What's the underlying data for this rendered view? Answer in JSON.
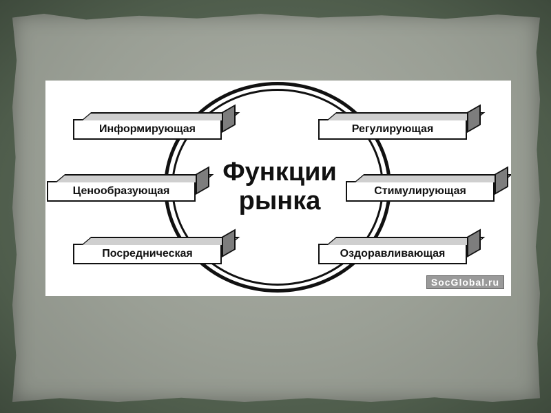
{
  "diagram": {
    "center_title_line1": "Функции",
    "center_title_line2": "рынка",
    "functions": {
      "informing": "Информирующая",
      "regulating": "Регулирующая",
      "pricing": "Ценообразующая",
      "stimulating": "Стимулирующая",
      "intermediary": "Посредническая",
      "sanitizing": "Оздоравливающая"
    },
    "watermark": "SocGlobal.ru"
  }
}
